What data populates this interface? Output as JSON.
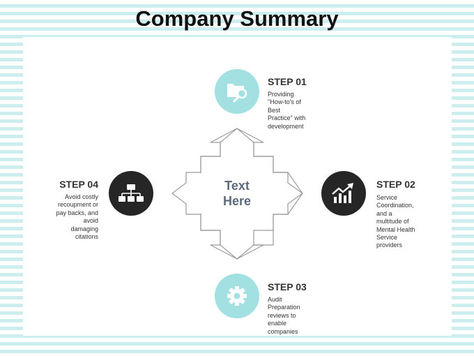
{
  "title": "Company Summary",
  "center": {
    "line1": "Text",
    "line2": "Here"
  },
  "colors": {
    "teal": "#a3e0e2",
    "dark": "#262626",
    "stripe": "#cdeeee",
    "center_text": "#5d6b7e"
  },
  "steps": [
    {
      "title": "STEP 01",
      "icon": "folder-search-icon",
      "desc": [
        "Providing",
        "\"How-to's of",
        "Best",
        "Practice\" with",
        "development"
      ]
    },
    {
      "title": "STEP 02",
      "icon": "growth-chart-icon",
      "desc": [
        "Service",
        "Coordination,",
        "and a",
        "multitude of",
        "Mental Health",
        "Service",
        "providers"
      ]
    },
    {
      "title": "STEP 03",
      "icon": "gear-icon",
      "desc": [
        "Audit",
        "Preparation",
        "reviews to",
        "enable",
        "companies"
      ]
    },
    {
      "title": "STEP 04",
      "icon": "org-chart-icon",
      "desc": [
        "Avoid costly",
        "recoupment or",
        "pay backs, and",
        "avoid",
        "damaging",
        "citations"
      ]
    }
  ]
}
